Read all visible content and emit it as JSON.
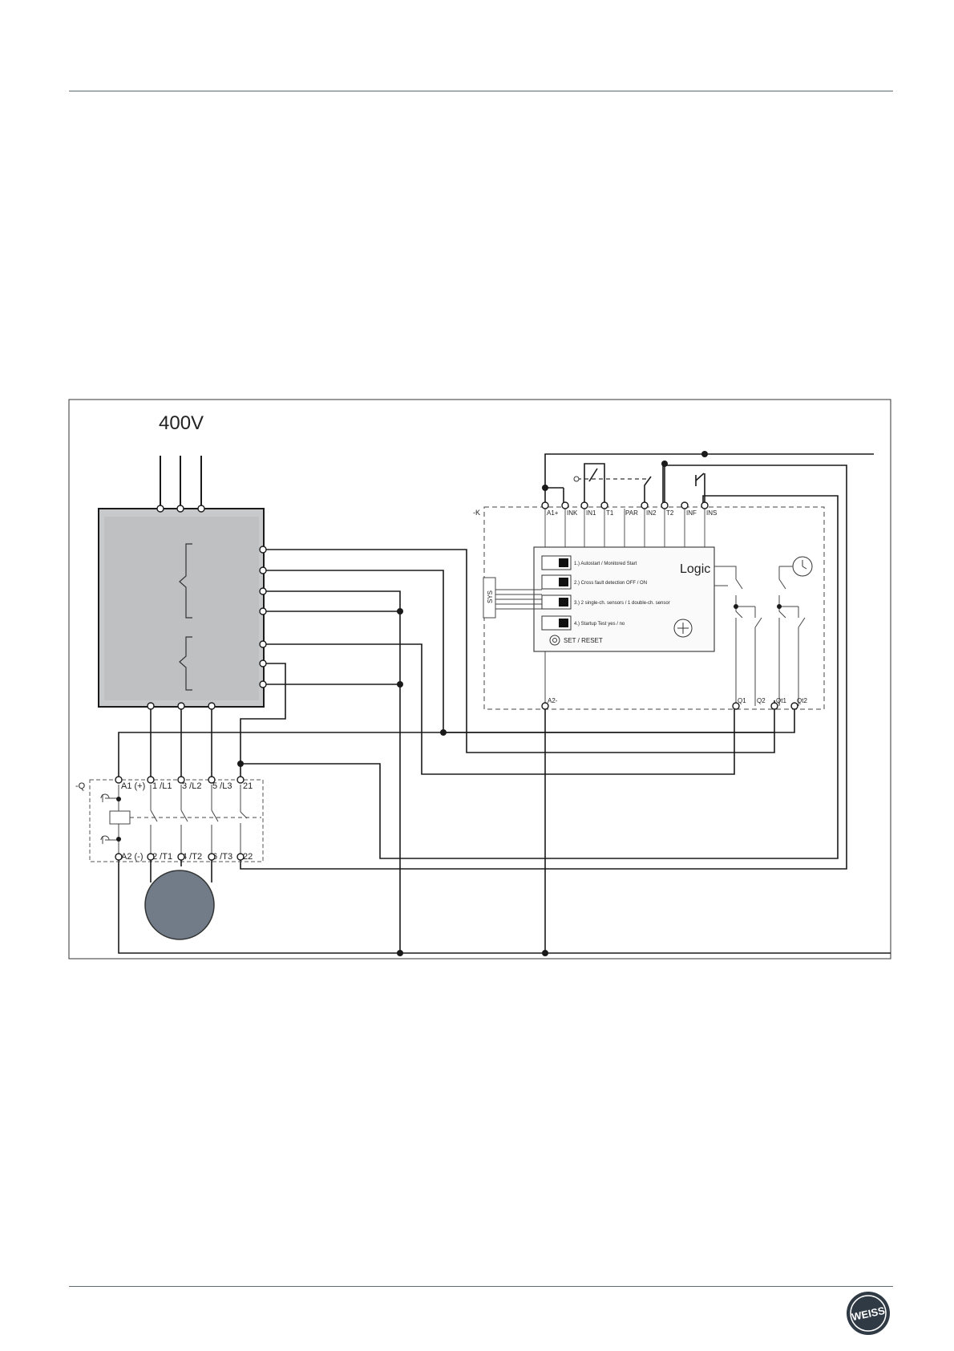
{
  "supply": {
    "voltage": "400V"
  },
  "safety_relay": {
    "designation": "-K",
    "terminals_top": [
      "A1+",
      "INK",
      "IN1",
      "T1",
      "PAR",
      "IN2",
      "T2",
      "INF",
      "INS"
    ],
    "terminals_bottom": [
      "A2-",
      "Q1",
      "Q2",
      "Qt1",
      "Qt2"
    ],
    "sys_label": "SYS",
    "logic_label": "Logic",
    "switches": [
      "1.) Autostart / Monitored Start",
      "2.) Cross fault detection OFF / ON",
      "3.) 2 single-ch. sensors / 1 double-ch. sensor",
      "4.) Startup Test yes / no"
    ],
    "set_reset_label": "SET / RESET"
  },
  "contactor": {
    "designation": "-Q",
    "top_terminals": [
      "A1 (+)",
      "1 /L1",
      "3 /L2",
      "5 /L3",
      "21"
    ],
    "bottom_terminals": [
      "A2 (-)",
      "2 /T1",
      "4 /T2",
      "6 /T3",
      "22"
    ]
  },
  "branding": {
    "logo_text": "WEISS",
    "logo_color": "#2f3a45"
  },
  "colors": {
    "line": "#1a1a1a",
    "drive_fill": "#c8c9ca",
    "motor_fill": "#727c88",
    "rule": "#5a6a72"
  }
}
